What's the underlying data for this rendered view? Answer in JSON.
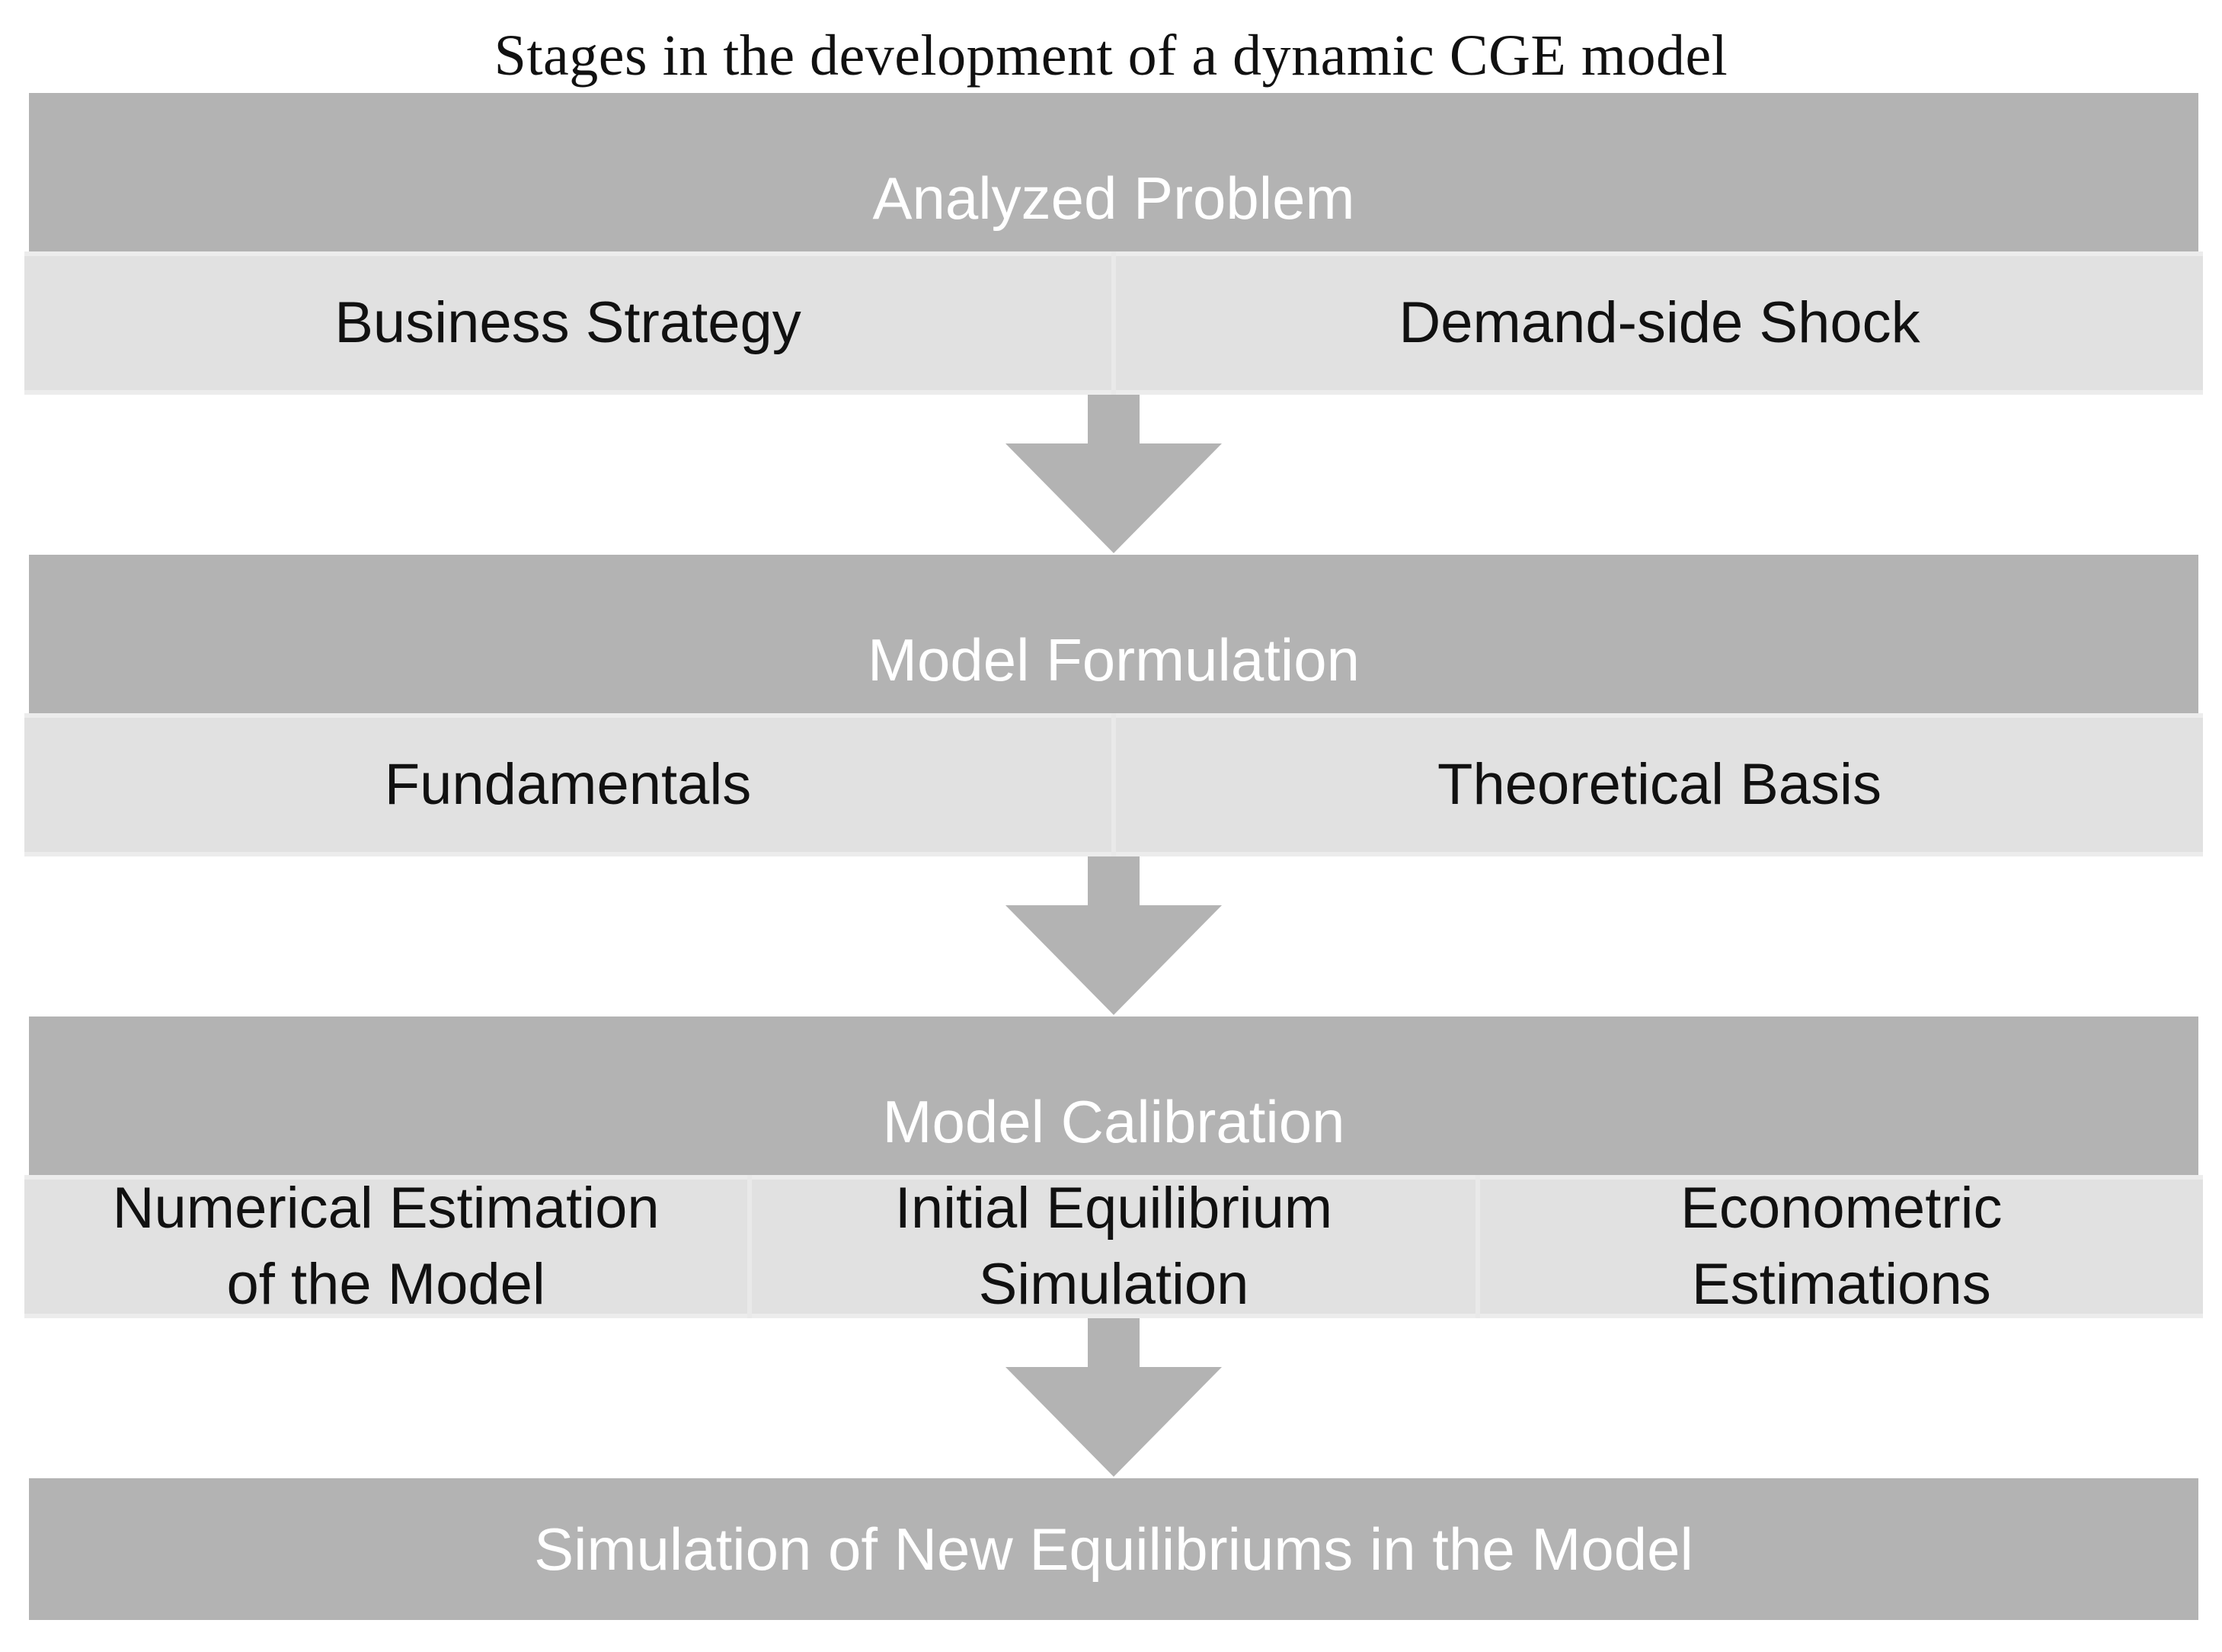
{
  "title": "Stages in the development of a dynamic CGE model",
  "stages": [
    {
      "label": "Analyzed Problem",
      "items": [
        "Business Strategy",
        "Demand-side Shock"
      ]
    },
    {
      "label": "Model Formulation",
      "items": [
        "Fundamentals",
        "Theoretical Basis"
      ]
    },
    {
      "label": "Model Calibration",
      "items": [
        "Numerical Estimation\nof the Model",
        "Initial Equilibrium\nSimulation",
        "Econometric\nEstimations"
      ]
    }
  ],
  "final_stage": "Simulation of New Equilibriums in the Model",
  "colors": {
    "header_fill": "#b3b3b3",
    "sub_fill": "#e1e1e1",
    "arrow_fill": "#b3b3b3"
  }
}
